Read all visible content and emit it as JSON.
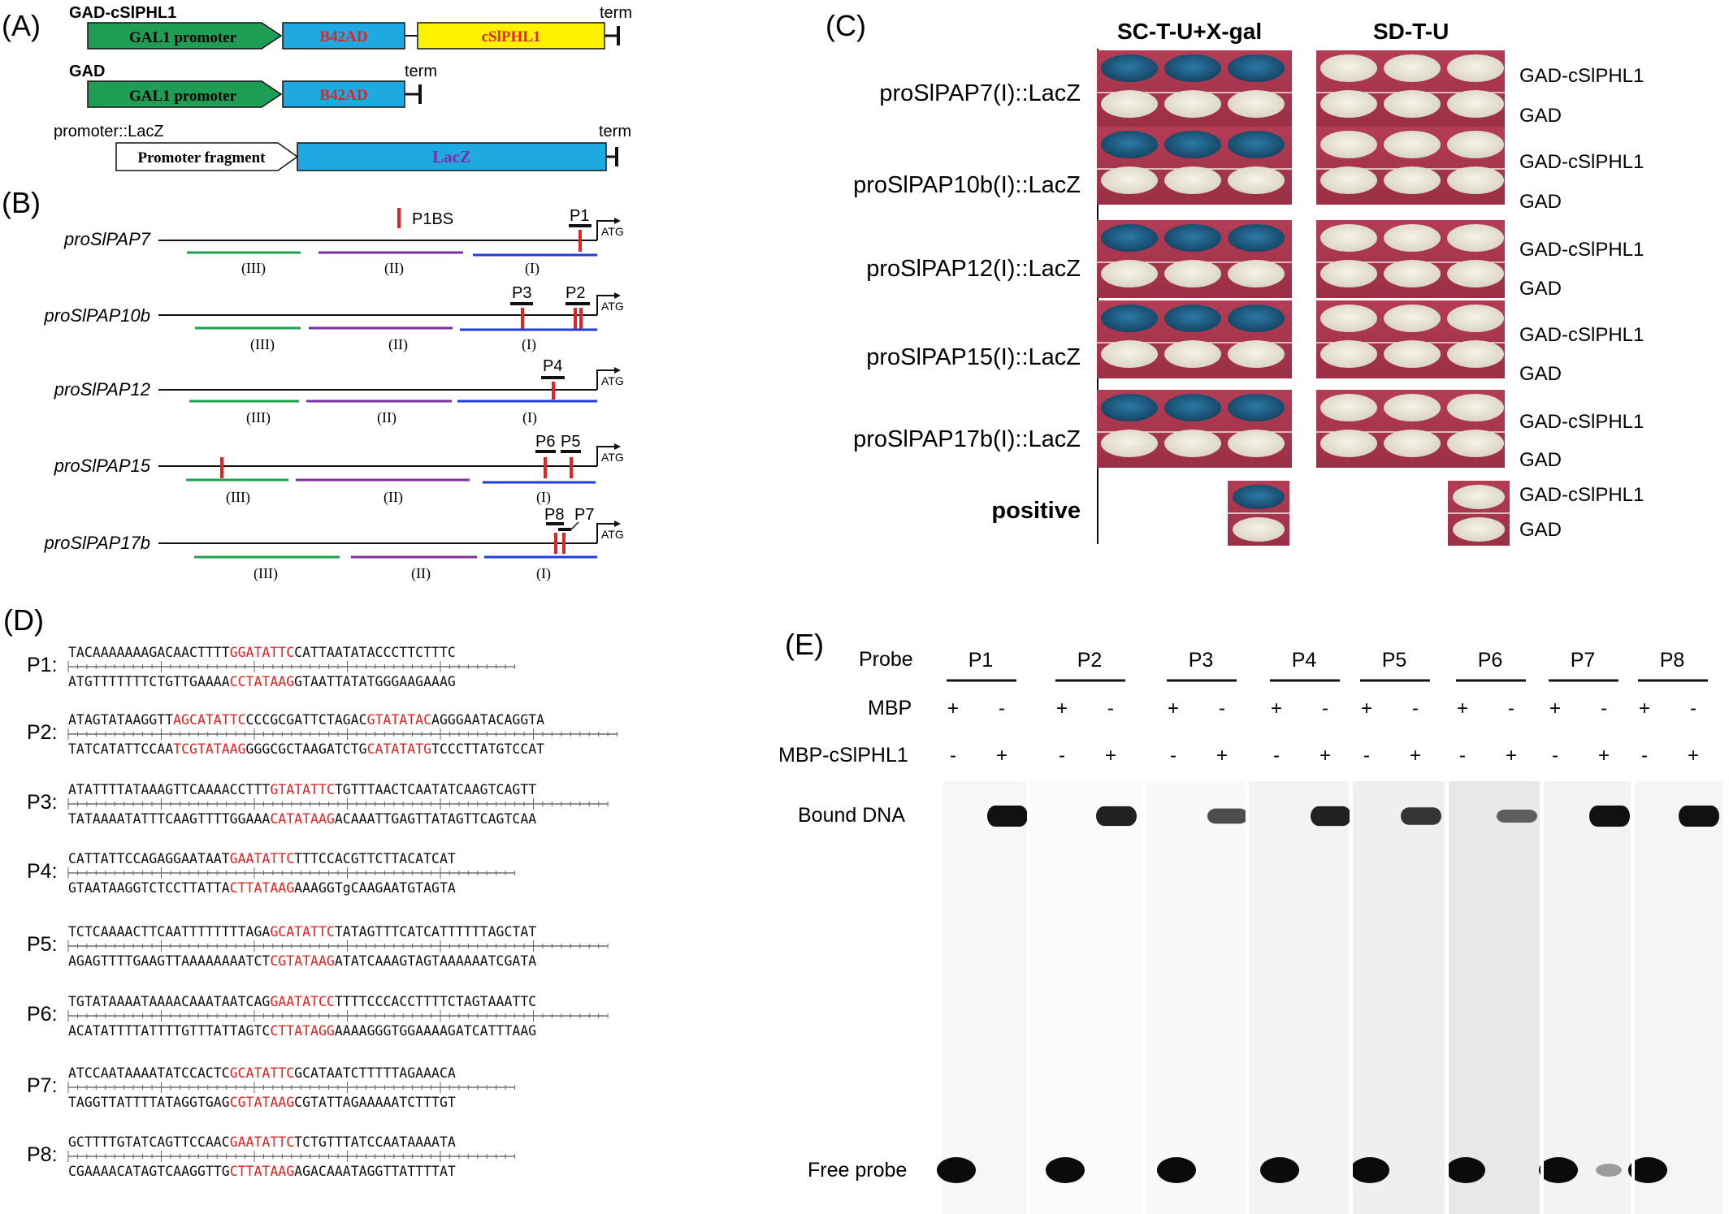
{
  "panels": {
    "A": {
      "label": "(A)",
      "construct1": {
        "name": "GAD-cSlPHL1",
        "promoter": "GAL1 promoter",
        "domain": "B42AD",
        "gene": "cSlPHL1",
        "term": "term"
      },
      "construct2": {
        "name": "GAD",
        "promoter": "GAL1 promoter",
        "domain": "B42AD",
        "term": "term"
      },
      "construct3": {
        "name": "promoter::LacZ",
        "promoter": "Promoter fragment",
        "gene": "LacZ",
        "term": "term"
      }
    },
    "B": {
      "label": "(B)",
      "legend": "P1BS",
      "start_label": "ATG",
      "segments": [
        "(III)",
        "(II)",
        "(I)"
      ],
      "promoters": [
        {
          "name": "proSlPAP7",
          "probes": [
            "P1"
          ]
        },
        {
          "name": "proSlPAP10b",
          "probes": [
            "P3",
            "P2"
          ]
        },
        {
          "name": "proSlPAP12",
          "probes": [
            "P4"
          ]
        },
        {
          "name": "proSlPAP15",
          "probes": [
            "P6",
            "P5"
          ]
        },
        {
          "name": "proSlPAP17b",
          "probes": [
            "P8",
            "P7"
          ]
        }
      ]
    },
    "C": {
      "label": "(C)",
      "headers": [
        "SC-T-U+X-gal",
        "SD-T-U"
      ],
      "rows": [
        {
          "name": "proSlPAP7(I)::LacZ"
        },
        {
          "name": "proSlPAP10b(I)::LacZ"
        },
        {
          "name": "proSlPAP12(I)::LacZ"
        },
        {
          "name": "proSlPAP15(I)::LacZ"
        },
        {
          "name": "proSlPAP17b(I)::LacZ"
        },
        {
          "name": "positive"
        }
      ],
      "right_labels": [
        "GAD-cSlPHL1",
        "GAD"
      ],
      "colors": {
        "plate": "#a8334a",
        "blue_colony": "#1f5e86",
        "white_colony": "#ece7d8"
      }
    },
    "D": {
      "label": "(D)",
      "probes": [
        {
          "name": "P1:",
          "top": [
            "TACAAAAAAAGACAACTTTT",
            "GGATATTC",
            "CATTAATATACCCTTCTTTC"
          ],
          "bottom": [
            "ATGTTTTTTTCTGTTGAAAA",
            "CCTATAAG",
            "GTAATTATATGGGAAGAAAG"
          ]
        },
        {
          "name": "P2:",
          "top": [
            "ATAGTATAAGGTT",
            "AGCATATTC",
            "CCCGCGATTCTAGAC",
            "GTATATAC",
            "AGGGAATACAGGTA"
          ],
          "bottom": [
            "TATCATATTCCAA",
            "TCGTATAAG",
            "GGGCGCTAAGATCTG",
            "CATATATG",
            "TCCCTTATGTCCAT"
          ]
        },
        {
          "name": "P3:",
          "top": [
            "ATATTTTATAAAGTTCAAAACCTTT",
            "GTATATTC",
            "TGTTTAACTCAATATCAAGTCAGTT"
          ],
          "bottom": [
            "TATAAAATATTTCAAGTTTTGGAAA",
            "CATATAAG",
            "ACAAATTGAGTTATAGTTCAGTCAA"
          ]
        },
        {
          "name": "P4:",
          "top": [
            "CATTATTCCAGAGGAATAAT",
            "GAATATTC",
            "TTTCCACGTTCTTACATCAT"
          ],
          "bottom": [
            "GTAATAAGGTCTCCTTATTA",
            "CTTATAAG",
            "AAAGGTgCAAGAATGTAGTA"
          ]
        },
        {
          "name": "P5:",
          "top": [
            "TCTCAAAACTTCAATTTTTTTTAGA",
            "GCATATTC",
            "TATAGTTTCATCATTTTTTAGCTAT"
          ],
          "bottom": [
            "AGAGTTTTGAAGTTAAAAAAAATCT",
            "CGTATAAG",
            "ATATCAAAGTAGTAAAAAATCGATA"
          ]
        },
        {
          "name": "P6:",
          "top": [
            "TGTATAAAATAAAACAAATAATCAG",
            "GAATATCC",
            "TTTTCCCACCTTTTCTAGTAAATTC"
          ],
          "bottom": [
            "ACATATTTTATTTTGTTTATTAGTC",
            "CTTATAGG",
            "AAAAGGGTGGAAAAGATCATTTAAG"
          ]
        },
        {
          "name": "P7:",
          "top": [
            "ATCCAATAAAATATCCACTC",
            "GCATATTC",
            "GCATAATCTTTTTAGAAACA"
          ],
          "bottom": [
            "TAGGTTATTTTATAGGTGAG",
            "CGTATAAG",
            "CGTATTAGAAAAATCTTTGT"
          ]
        },
        {
          "name": "P8:",
          "top": [
            "GCTTTTGTATCAGTTCCAAC",
            "GAATATTC",
            "TCTGTTTATCCAATAAAATA"
          ],
          "bottom": [
            "CGAAAACATAGTCAAGGTTG",
            "CTTATAAG",
            "AGACAAATAGGTTATTTTAT"
          ]
        }
      ]
    },
    "E": {
      "label": "(E)",
      "probe_label": "Probe",
      "probes": [
        "P1",
        "P2",
        "P3",
        "P4",
        "P5",
        "P6",
        "P7",
        "P8"
      ],
      "row1_label": "MBP",
      "row2_label": "MBP-cSlPHL1",
      "row1_signs": [
        "+",
        "-"
      ],
      "row2_signs": [
        "-",
        "+"
      ],
      "bound_label": "Bound DNA",
      "free_label": "Free probe",
      "bound_intensity": [
        1.0,
        0.9,
        0.6,
        0.9,
        0.75,
        0.45,
        1.0,
        1.0
      ],
      "free_in_complex_lane": [
        0,
        0,
        0,
        0,
        0,
        0,
        0.15,
        0
      ]
    }
  }
}
